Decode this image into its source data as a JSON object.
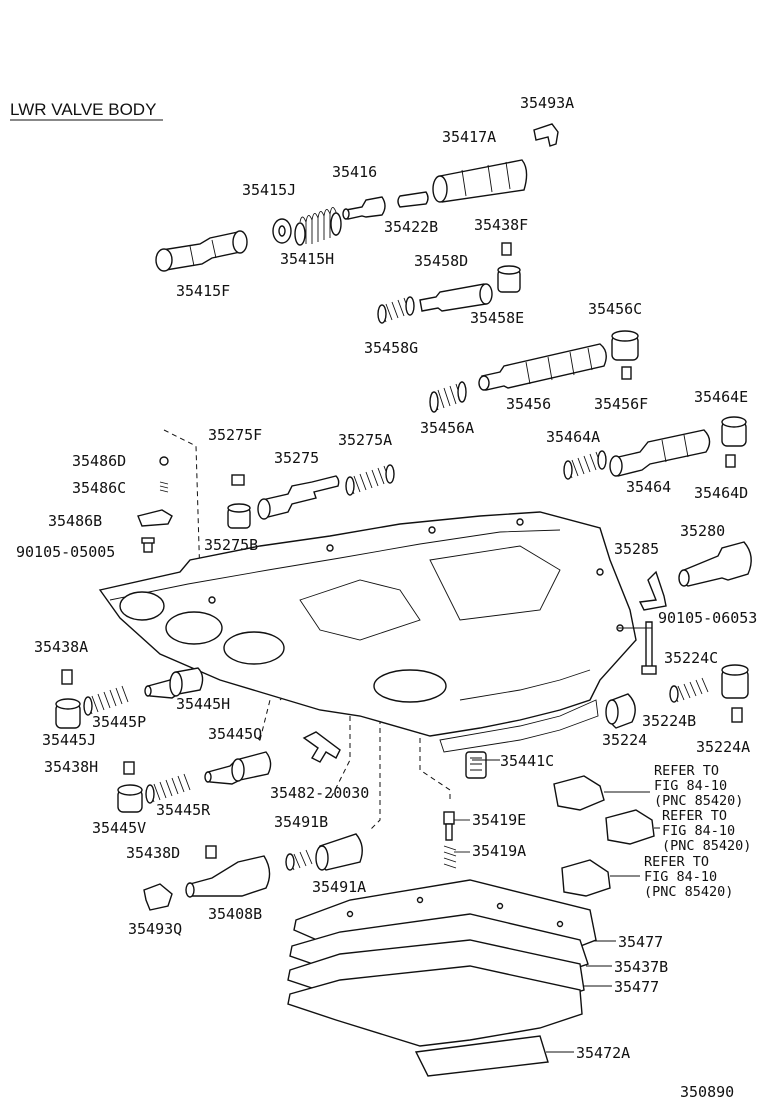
{
  "diagram": {
    "section_title": "LWR VALVE BODY",
    "figure_number": "350890",
    "labels": {
      "p35493A": "35493A",
      "p35417A": "35417A",
      "p35416": "35416",
      "p35415J": "35415J",
      "p35422B": "35422B",
      "p35438F": "35438F",
      "p35415H": "35415H",
      "p35415F": "35415F",
      "p35458D": "35458D",
      "p35458E": "35458E",
      "p35458G": "35458G",
      "p35456C": "35456C",
      "p35456": "35456",
      "p35456F": "35456F",
      "p35456A": "35456A",
      "p35464E": "35464E",
      "p35464A": "35464A",
      "p35464": "35464",
      "p35464D": "35464D",
      "p35275F": "35275F",
      "p35275": "35275",
      "p35275A": "35275A",
      "p35275B": "35275B",
      "p35486D": "35486D",
      "p35486C": "35486C",
      "p35486B": "35486B",
      "p90105_05005": "90105-05005",
      "p35280": "35280",
      "p35285": "35285",
      "p90105_06053": "90105-06053",
      "p35224C": "35224C",
      "p35224": "35224",
      "p35224B": "35224B",
      "p35224A": "35224A",
      "p35438A": "35438A",
      "p35445P": "35445P",
      "p35445H": "35445H",
      "p35445J": "35445J",
      "p35445Q": "35445Q",
      "p35438H": "35438H",
      "p35445R": "35445R",
      "p35445V": "35445V",
      "p35482_20030": "35482-20030",
      "p35441C": "35441C",
      "p35491B": "35491B",
      "p35419E": "35419E",
      "p35438D": "35438D",
      "p35419A": "35419A",
      "p35491A": "35491A",
      "p35493Q": "35493Q",
      "p35408B": "35408B",
      "p35477a": "35477",
      "p35437B": "35437B",
      "p35477b": "35477",
      "p35472A": "35472A"
    },
    "references": [
      {
        "line1": "REFER TO",
        "line2": "FIG 84-10",
        "line3": "(PNC 85420)"
      },
      {
        "line1": "REFER TO",
        "line2": "FIG 84-10",
        "line3": "(PNC 85420)"
      },
      {
        "line1": "REFER TO",
        "line2": "FIG 84-10",
        "line3": "(PNC 85420)"
      }
    ]
  }
}
